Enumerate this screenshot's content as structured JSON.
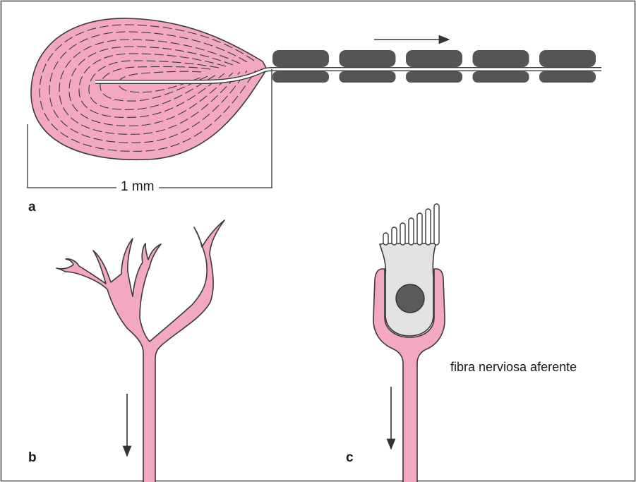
{
  "figure": {
    "colors": {
      "nerve_pink": "#f2a7c3",
      "outline": "#3a3a3a",
      "myelin": "#555555",
      "receptor_cell": "#e2e2e2",
      "nucleus": "#5a5a5a",
      "frame": "#777777"
    },
    "panels": {
      "a": {
        "letter": "a",
        "scale_label": "1 mm",
        "myelin_segment_count": 5
      },
      "b": {
        "letter": "b"
      },
      "c": {
        "letter": "c",
        "fiber_label": "fibra nerviosa aferente"
      }
    }
  }
}
